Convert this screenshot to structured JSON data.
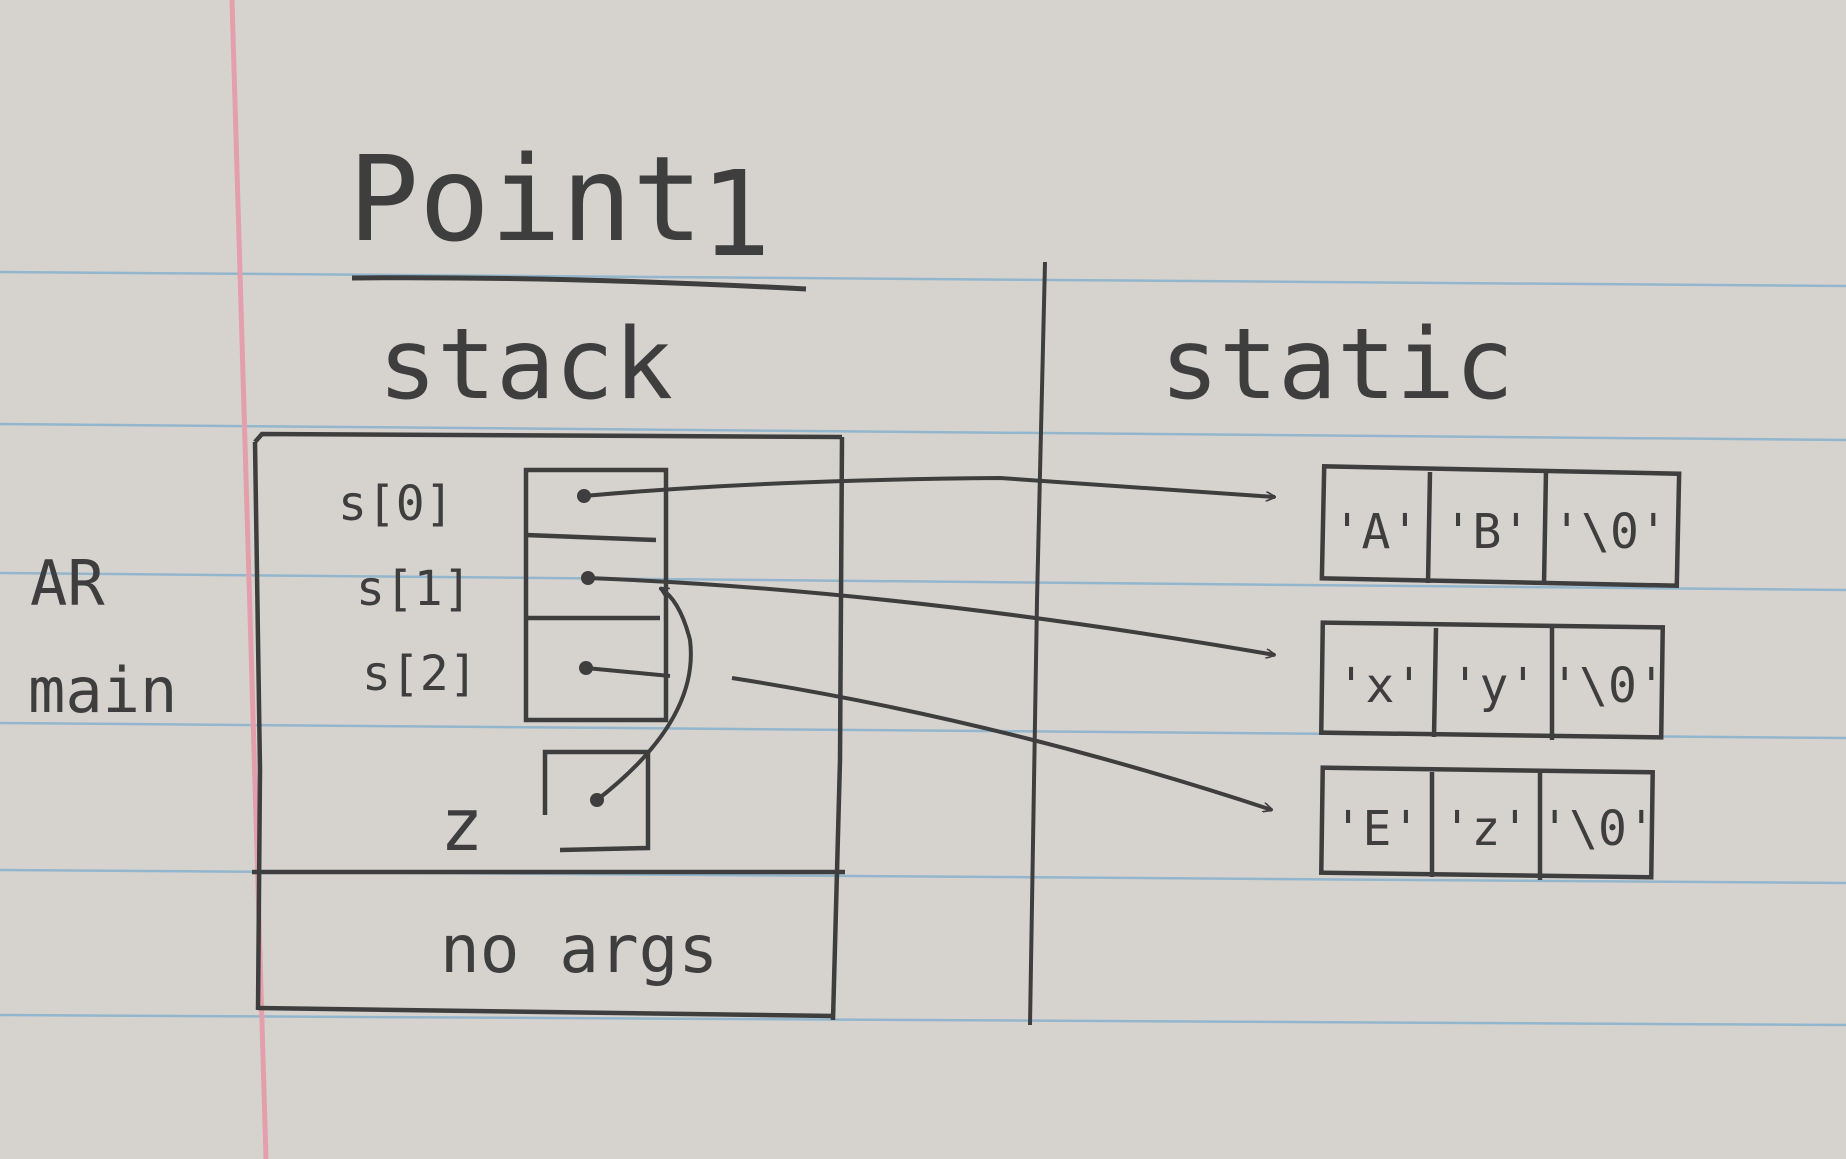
{
  "title": {
    "text": "Point",
    "number": "1"
  },
  "regions": {
    "stack": "stack",
    "static": "static"
  },
  "frame_label": {
    "line1": "AR",
    "line2": "main"
  },
  "stack_cells": [
    {
      "label": "s[0]"
    },
    {
      "label": "s[1]"
    },
    {
      "label": "s[2]"
    }
  ],
  "pointer_var": {
    "label": "z"
  },
  "args_label": "no args",
  "static_arrays": [
    [
      "'A'",
      "'B'",
      "'\\0'"
    ],
    [
      "'x'",
      "'y'",
      "'\\0'"
    ],
    [
      "'E'",
      "'z'",
      "'\\0'"
    ]
  ],
  "colors": {
    "paper": "#d6d3cf",
    "rule_line": "#8cb3cc",
    "margin_line": "#e3a0ac",
    "ink": "#3e3e3e"
  }
}
